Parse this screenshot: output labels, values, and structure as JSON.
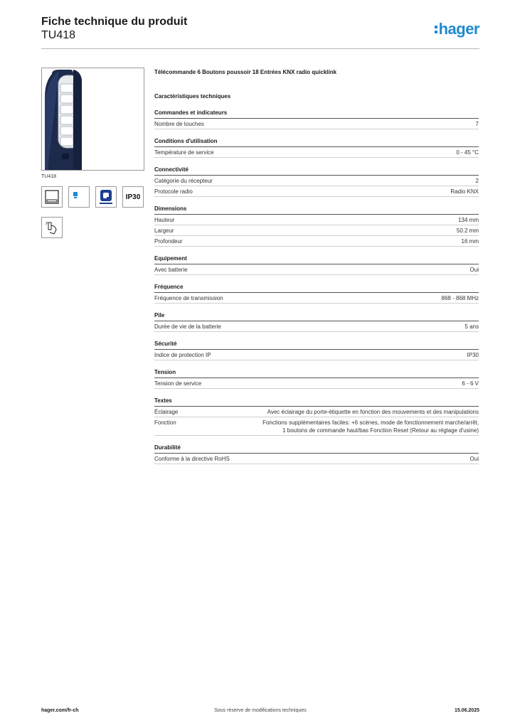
{
  "header": {
    "title": "Fiche technique du produit",
    "reference": "TU418",
    "brand": "hager"
  },
  "product": {
    "image_caption": "TU418",
    "description": "Télécommande 6 Boutons poussoir 18 Entrées KNX radio quicklink",
    "section_title": "Caractéristiques techniques",
    "badges": [
      {
        "icon": "wall-mount-icon"
      },
      {
        "icon": "quicklink-small-icon"
      },
      {
        "icon": "quicklink-logo-icon"
      },
      {
        "icon": "ip-rating-icon",
        "label": "IP30"
      },
      {
        "icon": "remote-hand-icon"
      }
    ]
  },
  "groups": [
    {
      "title": "Commandes et indicateurs",
      "rows": [
        {
          "label": "Nombre de touches",
          "value": "7"
        }
      ]
    },
    {
      "title": "Conditions d'utilisation",
      "rows": [
        {
          "label": "Température de service",
          "value": "0 - 45 °C"
        }
      ]
    },
    {
      "title": "Connectivité",
      "rows": [
        {
          "label": "Catégorie du récepteur",
          "value": "2"
        },
        {
          "label": "Protocole radio",
          "value": "Radio KNX"
        }
      ]
    },
    {
      "title": "Dimensions",
      "rows": [
        {
          "label": "Hauteur",
          "value": "134 mm"
        },
        {
          "label": "Largeur",
          "value": "50.2 mm"
        },
        {
          "label": "Profondeur",
          "value": "16 mm"
        }
      ]
    },
    {
      "title": "Equipement",
      "rows": [
        {
          "label": "Avec batterie",
          "value": "Oui"
        }
      ]
    },
    {
      "title": "Fréquence",
      "rows": [
        {
          "label": "Fréquence de transmission",
          "value": "868 - 868 MHz"
        }
      ]
    },
    {
      "title": "Pile",
      "rows": [
        {
          "label": "Durée de vie de la batterie",
          "value": "5 ans"
        }
      ]
    },
    {
      "title": "Sécurité",
      "rows": [
        {
          "label": "Indice de protection IP",
          "value": "IP30"
        }
      ]
    },
    {
      "title": "Tension",
      "rows": [
        {
          "label": "Tension de service",
          "value": "6 - 6 V"
        }
      ]
    },
    {
      "title": "Textes",
      "rows": [
        {
          "label": "Éclairage",
          "value": "Avec éclairage du porte-étiquette en fonction des mouvements et des manipulations"
        },
        {
          "label": "Fonction",
          "value": "Fonctions supplémentaires faciles: +6 scènes, mode de fonctionnement marche/arrêt, 1 boutons de commande haut/bas Fonction Reset (Retour au réglage d'usine)"
        }
      ]
    },
    {
      "title": "Durabilité",
      "rows": [
        {
          "label": "Conforme à la directive RoHS",
          "value": "Oui"
        }
      ]
    }
  ],
  "footer": {
    "website": "hager.com/fr-ch",
    "notice": "Sous réserve de modifications techniques",
    "date": "15.06.2025"
  },
  "colors": {
    "brand_blue": "#1f8ad1",
    "remote_navy": "#1d2a4a"
  }
}
